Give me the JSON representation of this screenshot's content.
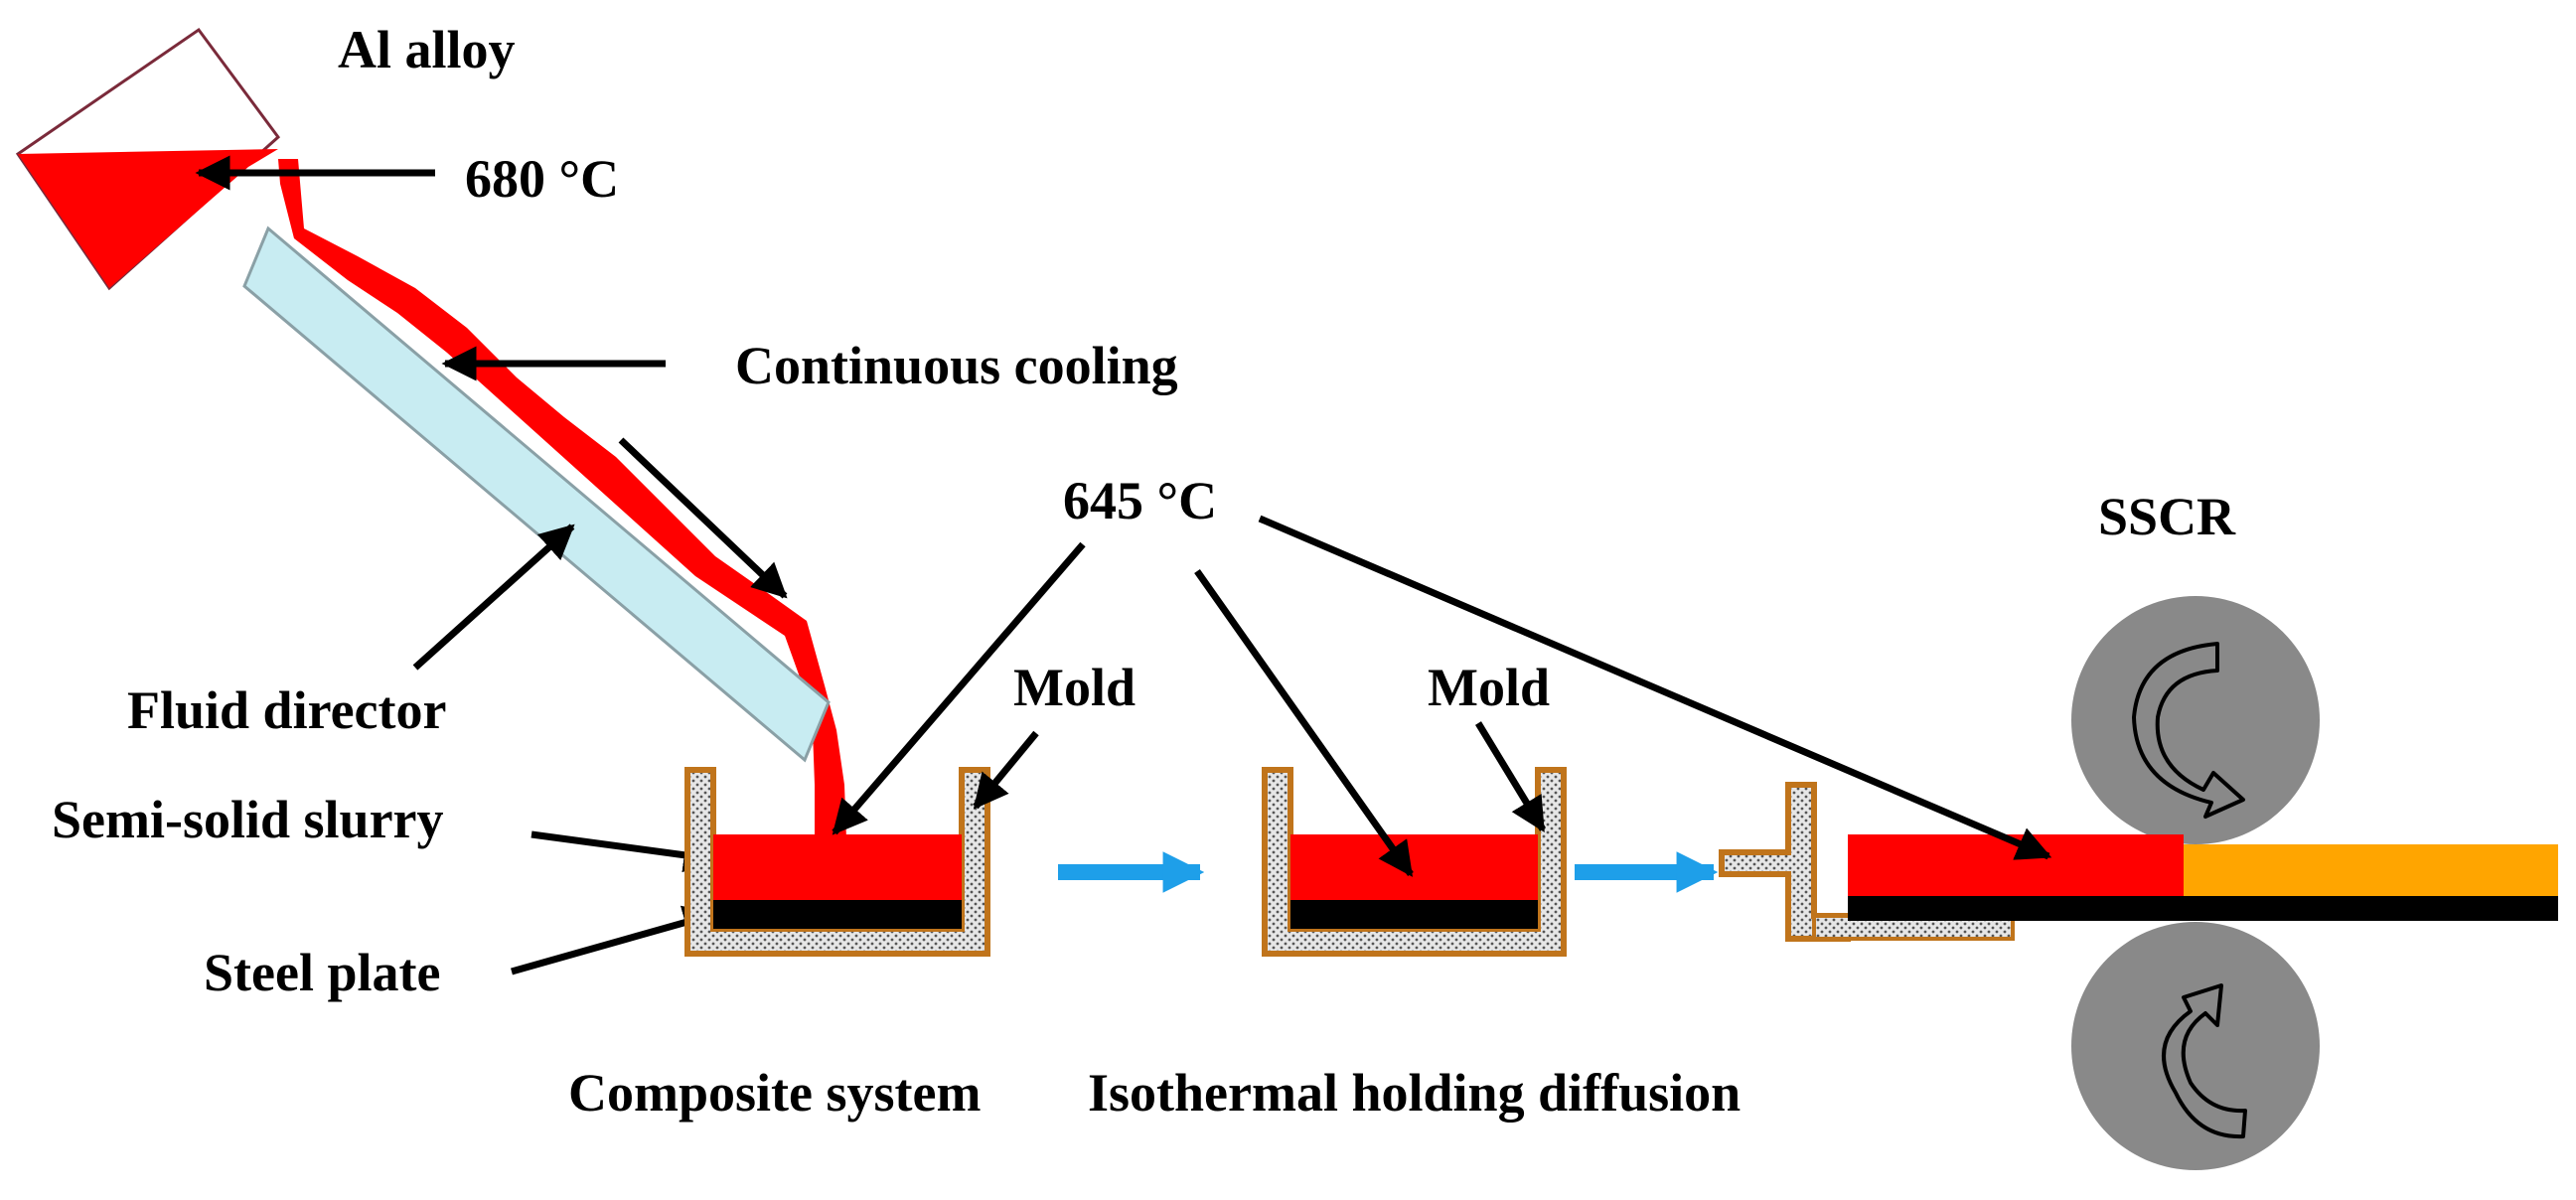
{
  "labels": {
    "al_alloy": "Al alloy",
    "temp_680": "680 °C",
    "continuous_cooling": "Continuous cooling",
    "fluid_director": "Fluid director",
    "temp_645": "645 °C",
    "sscr": "SSCR",
    "mold_1": "Mold",
    "mold_2": "Mold",
    "semi_solid_slurry": "Semi-solid slurry",
    "steel_plate": "Steel plate",
    "composite_system": "Composite system",
    "isothermal_holding_diffusion": "Isothermal holding diffusion"
  },
  "colors": {
    "molten_alloy": "#ff0000",
    "fluid_director": "#c8ecf2",
    "mold_border": "#c0741b",
    "steel_plate": "#000000",
    "bonded_al_layer": "#ffa500",
    "roller": "#898989",
    "process_arrow": "#1e9fe9",
    "mold_fill": "#d9d9d9"
  }
}
